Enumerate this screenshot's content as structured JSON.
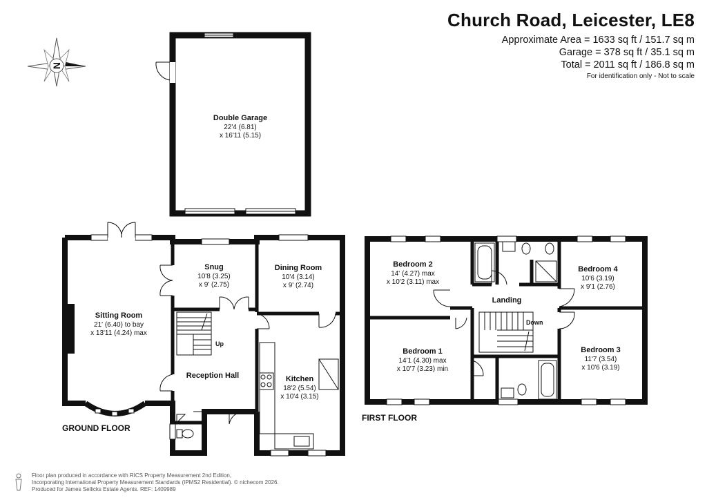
{
  "header": {
    "title": "Church Road, Leicester, LE8",
    "area_line": "Approximate Area = 1633 sq ft / 151.7 sq m",
    "garage_line": "Garage = 378 sq ft / 35.1 sq m",
    "total_line": "Total = 2011 sq ft / 186.8 sq m",
    "note": "For identification only - Not to scale"
  },
  "compass": {
    "letter": "N",
    "icon": "compass-rose-icon"
  },
  "garage": {
    "name": "Double Garage",
    "dim1": "22'4 (6.81)",
    "dim2": "x 16'11 (5.15)"
  },
  "ground_floor": {
    "label": "GROUND FLOOR",
    "rooms": {
      "sitting": {
        "name": "Sitting Room",
        "dim1": "21' (6.40) to bay",
        "dim2": "x 13'11 (4.24) max"
      },
      "snug": {
        "name": "Snug",
        "dim1": "10'8 (3.25)",
        "dim2": "x 9' (2.75)"
      },
      "dining": {
        "name": "Dining Room",
        "dim1": "10'4 (3.14)",
        "dim2": "x 9' (2.74)"
      },
      "kitchen": {
        "name": "Kitchen",
        "dim1": "18'2 (5.54)",
        "dim2": "x 10'4 (3.15)"
      },
      "hall": {
        "name": "Reception Hall"
      },
      "stairs_up": "Up"
    }
  },
  "first_floor": {
    "label": "FIRST FLOOR",
    "rooms": {
      "bed2": {
        "name": "Bedroom 2",
        "dim1": "14' (4.27) max",
        "dim2": "x 10'2 (3.11) max"
      },
      "bed4": {
        "name": "Bedroom 4",
        "dim1": "10'6 (3.19)",
        "dim2": "x 9'1 (2.76)"
      },
      "bed1": {
        "name": "Bedroom 1",
        "dim1": "14'1 (4.30) max",
        "dim2": "x 10'7 (3.23) min"
      },
      "bed3": {
        "name": "Bedroom 3",
        "dim1": "11'7 (3.54)",
        "dim2": "x 10'6 (3.19)"
      },
      "landing": {
        "name": "Landing"
      },
      "stairs_down": "Down"
    }
  },
  "footer": {
    "line1": "Floor plan produced in accordance with RICS Property Measurement 2nd Edition,",
    "line2": "Incorporating International Property Measurement Standards (IPMS2 Residential).  © nichecom 2026.",
    "line3": "Produced for James Sellicks Estate Agents.   REF: 1409989"
  }
}
